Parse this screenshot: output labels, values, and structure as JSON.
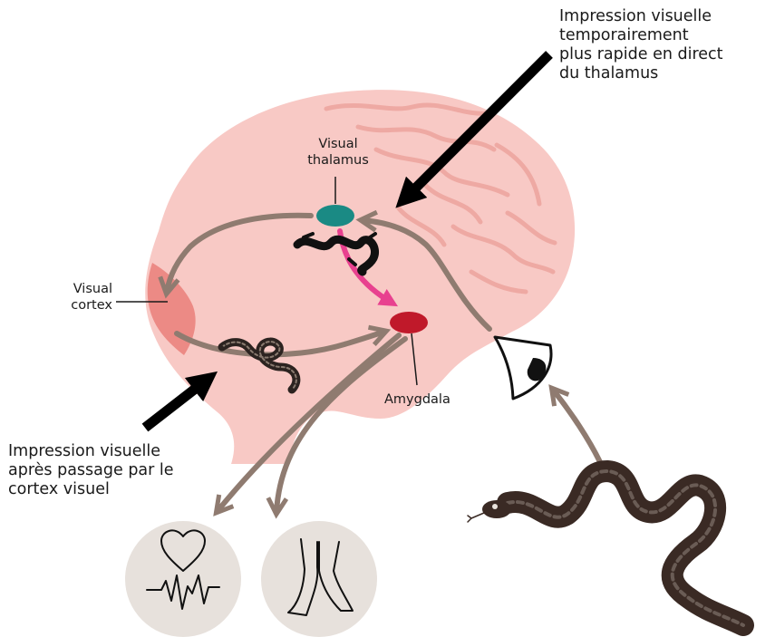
{
  "labels": {
    "thalamus": "Visual\nthalamus",
    "cortex": "Visual\ncortex",
    "amygdala": "Amygdala"
  },
  "captions": {
    "fast_path": "Impression visuelle\ntemporairement\nplus rapide en direct\ndu thalamus",
    "slow_path": "Impression visuelle\naprès passage par le\ncortex visuel"
  },
  "colors": {
    "brain": "#f8c9c5",
    "brain_folds": "#eea9a3",
    "cortex": "#ec8a85",
    "thalamus": "#1a8a84",
    "amygdala": "#c0192a",
    "path_arrow": "#8f7b70",
    "fast_arrow": "#e8418f",
    "pointer_arrow": "#000000",
    "snake": "#3a2a24",
    "response_circle": "#e7e1dc"
  },
  "icons": [
    "eye-icon",
    "heart-rate-icon",
    "legs-icon",
    "snake-image"
  ]
}
